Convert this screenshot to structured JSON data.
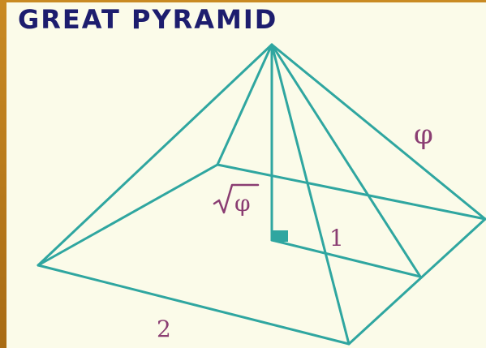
{
  "title": "GREAT PYRAMID",
  "labels": {
    "phi": "φ",
    "sqrt_phi_radicand": "φ",
    "one": "1",
    "two": "2"
  },
  "colors": {
    "edge": "#2fa6a0",
    "label": "#8a3d72",
    "title": "#1d1d6e",
    "right_angle_marker": "#2fa6a0",
    "background": "#fbfbe9",
    "frame": "#b5781c"
  }
}
